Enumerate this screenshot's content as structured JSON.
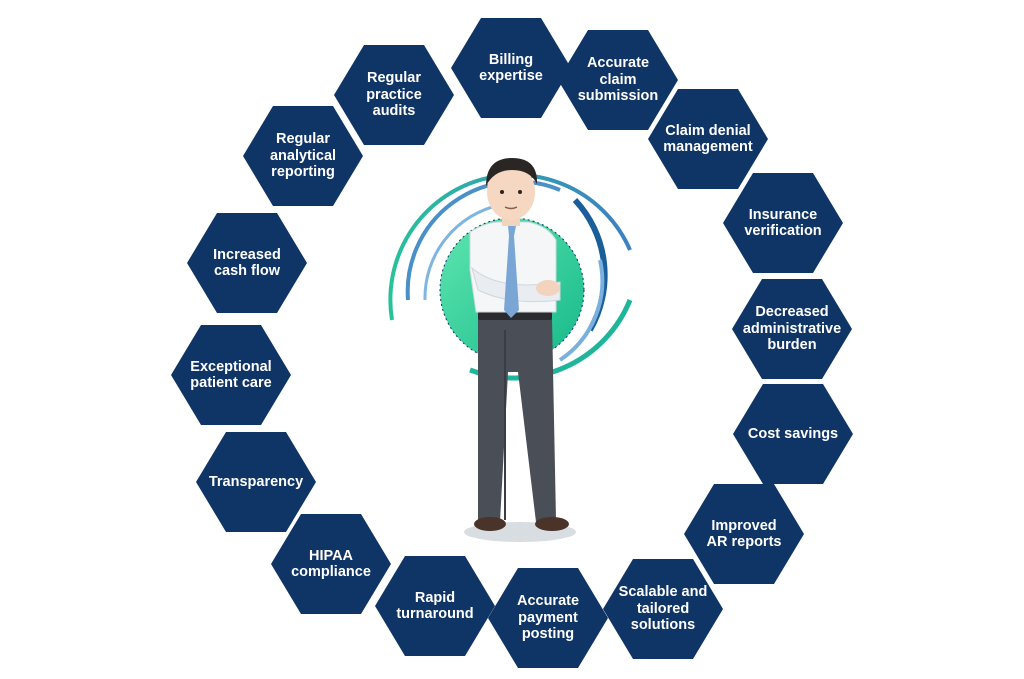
{
  "diagram": {
    "hexagons": [
      {
        "id": "billing-expertise",
        "label": "Billing\nexpertise"
      },
      {
        "id": "accurate-claim-submission",
        "label": "Accurate\nclaim\nsubmission"
      },
      {
        "id": "claim-denial-management",
        "label": "Claim denial\nmanagement"
      },
      {
        "id": "insurance-verification",
        "label": "Insurance\nverification"
      },
      {
        "id": "decreased-administrative-burden",
        "label": "Decreased\nadministrative\nburden"
      },
      {
        "id": "cost-savings",
        "label": "Cost savings"
      },
      {
        "id": "improved-ar-reports",
        "label": "Improved\nAR reports"
      },
      {
        "id": "scalable-and-tailored-solutions",
        "label": "Scalable and\ntailored\nsolutions"
      },
      {
        "id": "accurate-payment-posting",
        "label": "Accurate\npayment\nposting"
      },
      {
        "id": "rapid-turnaround",
        "label": "Rapid\nturnaround"
      },
      {
        "id": "hipaa-compliance",
        "label": "HIPAA\ncompliance"
      },
      {
        "id": "transparency",
        "label": "Transparency"
      },
      {
        "id": "exceptional-patient-care",
        "label": "Exceptional\npatient care"
      },
      {
        "id": "increased-cash-flow",
        "label": "Increased\ncash flow"
      },
      {
        "id": "regular-analytical-reporting",
        "label": "Regular\nanalytical\nreporting"
      },
      {
        "id": "regular-practice-audits",
        "label": "Regular\npractice\naudits"
      }
    ],
    "colors": {
      "hexagon_fill": "#0f3466",
      "hexagon_text": "#ffffff",
      "ring_teal": "#22b8a0",
      "ring_blue": "#4a90c8",
      "circle_green": "#2fd39a"
    },
    "center_figure": "businessman-figure"
  }
}
